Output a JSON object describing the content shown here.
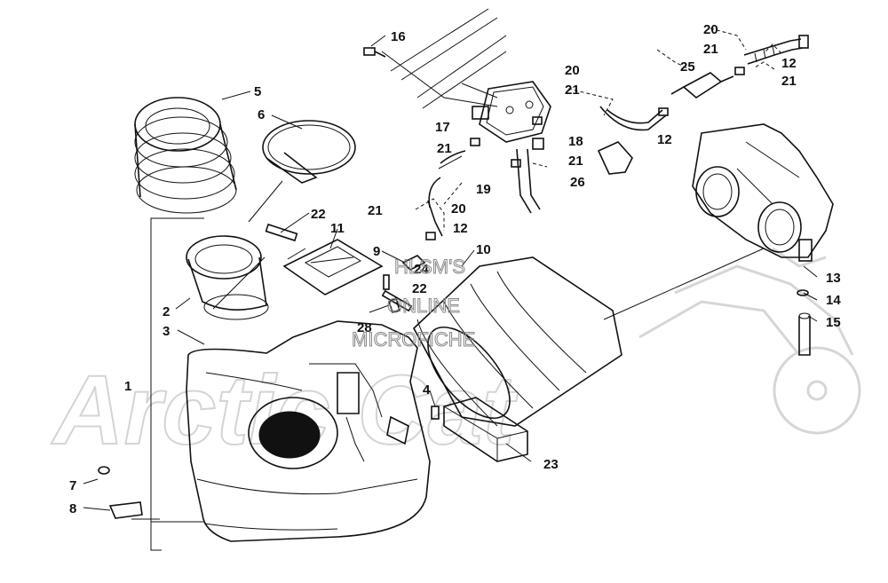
{
  "watermark": {
    "brand": "Arctic Cat",
    "line1": "HLSM'S",
    "line2": "ONLINE",
    "line3": "MICROFICHE"
  },
  "callouts": [
    {
      "id": "1",
      "label": "1"
    },
    {
      "id": "2",
      "label": "2"
    },
    {
      "id": "3",
      "label": "3"
    },
    {
      "id": "4",
      "label": "4"
    },
    {
      "id": "5",
      "label": "5"
    },
    {
      "id": "6",
      "label": "6"
    },
    {
      "id": "7",
      "label": "7"
    },
    {
      "id": "8",
      "label": "8"
    },
    {
      "id": "9",
      "label": "9"
    },
    {
      "id": "10",
      "label": "10"
    },
    {
      "id": "11",
      "label": "11"
    },
    {
      "id": "12a",
      "label": "12"
    },
    {
      "id": "12b",
      "label": "12"
    },
    {
      "id": "12c",
      "label": "12"
    },
    {
      "id": "13",
      "label": "13"
    },
    {
      "id": "14",
      "label": "14"
    },
    {
      "id": "15",
      "label": "15"
    },
    {
      "id": "16",
      "label": "16"
    },
    {
      "id": "17",
      "label": "17"
    },
    {
      "id": "18",
      "label": "18"
    },
    {
      "id": "19",
      "label": "19"
    },
    {
      "id": "20a",
      "label": "20"
    },
    {
      "id": "20b",
      "label": "20"
    },
    {
      "id": "20c",
      "label": "20"
    },
    {
      "id": "21a",
      "label": "21"
    },
    {
      "id": "21b",
      "label": "21"
    },
    {
      "id": "21c",
      "label": "21"
    },
    {
      "id": "21d",
      "label": "21"
    },
    {
      "id": "21e",
      "label": "21"
    },
    {
      "id": "21f",
      "label": "21"
    },
    {
      "id": "22a",
      "label": "22"
    },
    {
      "id": "22b",
      "label": "22"
    },
    {
      "id": "23",
      "label": "23"
    },
    {
      "id": "24",
      "label": "24"
    },
    {
      "id": "25",
      "label": "25"
    },
    {
      "id": "26",
      "label": "26"
    },
    {
      "id": "28",
      "label": "28"
    }
  ]
}
